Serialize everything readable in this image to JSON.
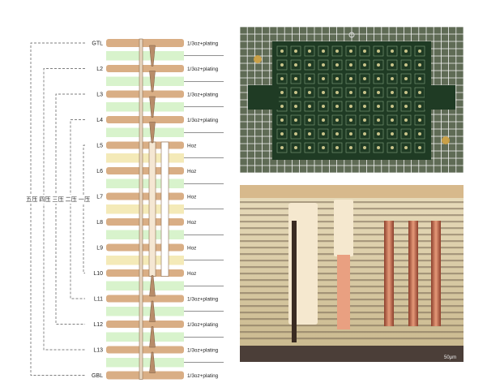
{
  "layers": [
    {
      "name": "GTL",
      "cu": "1/3oz+plating"
    },
    {
      "name": "L2",
      "cu": "1/3oz+plating"
    },
    {
      "name": "L3",
      "cu": "1/3oz+plating"
    },
    {
      "name": "L4",
      "cu": "1/3oz+plating"
    },
    {
      "name": "L5",
      "cu": "Hoz"
    },
    {
      "name": "L6",
      "cu": "Hoz"
    },
    {
      "name": "L7",
      "cu": "Hoz"
    },
    {
      "name": "L8",
      "cu": "Hoz"
    },
    {
      "name": "L9",
      "cu": "Hoz"
    },
    {
      "name": "L10",
      "cu": "Hoz"
    },
    {
      "name": "L11",
      "cu": "1/3oz+plating"
    },
    {
      "name": "L12",
      "cu": "1/3oz+plating"
    },
    {
      "name": "L13",
      "cu": "1/3oz+plating"
    },
    {
      "name": "GBL",
      "cu": "1/3oz+plating"
    }
  ],
  "press_labels": [
    "五压",
    "四压",
    "三压",
    "二压",
    "一压"
  ],
  "colors": {
    "copper": "#d9ae85",
    "dielectric": "#d8f3cc",
    "core": "#f4eab8",
    "bracket": "#555555"
  },
  "photos": {
    "bottom_caption": "50μm"
  }
}
